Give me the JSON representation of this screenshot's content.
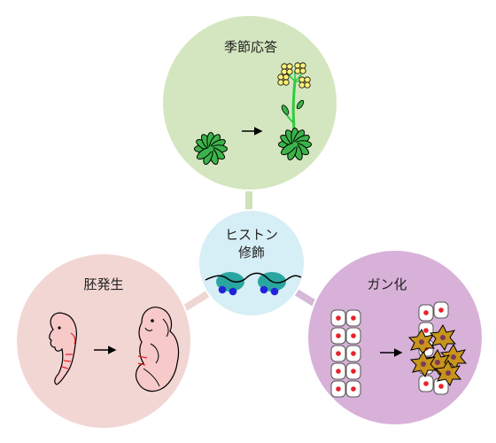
{
  "nodes": {
    "center": {
      "label_line1": "ヒストン",
      "label_line2": "修飾",
      "color": "#d6eef5"
    },
    "top": {
      "label": "季節応答",
      "color": "#d4e6bf"
    },
    "left": {
      "label": "胚発生",
      "color": "#f2d6d4"
    },
    "right": {
      "label": "ガン化",
      "color": "#d8b1d9"
    }
  },
  "colors": {
    "connector_top": "#cfe2b8",
    "connector_left": "#eed6d3",
    "connector_right": "#d7b8d8",
    "leaf": "#3cb34a",
    "stem": "#2ecc40",
    "flower": "#fff27a",
    "embryo_skin": "#f7c9c9",
    "cell_nucleus": "#e8222a",
    "cancer_cell": "#c8941c",
    "nucleosome_teal": "#2aa6a0",
    "nucleosome_blue": "#2222dd"
  },
  "icons": [
    "arrow-right-icon",
    "plant-rosette-icon",
    "plant-flowering-icon",
    "embryo-icon",
    "fetus-icon",
    "normal-cells-icon",
    "cancer-cells-icon",
    "nucleosome-icon"
  ]
}
